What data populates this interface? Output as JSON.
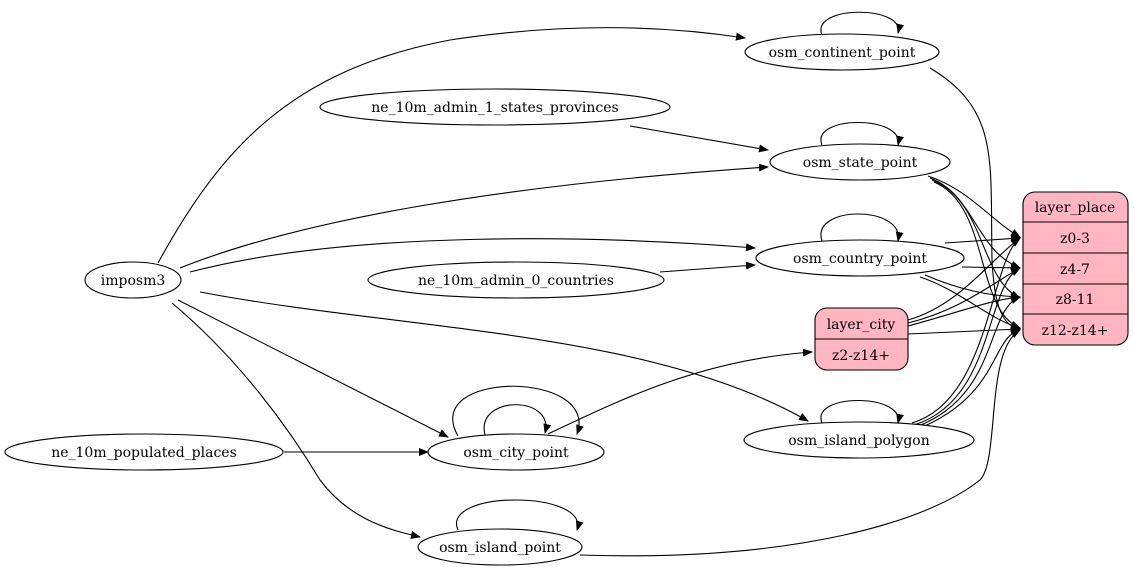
{
  "nodes": {
    "imposm3": "imposm3",
    "osm_continent_point": "osm_continent_point",
    "ne_10m_admin_1_states_provinces": "ne_10m_admin_1_states_provinces",
    "osm_state_point": "osm_state_point",
    "osm_country_point": "osm_country_point",
    "ne_10m_admin_0_countries": "ne_10m_admin_0_countries",
    "osm_island_polygon": "osm_island_polygon",
    "ne_10m_populated_places": "ne_10m_populated_places",
    "osm_city_point": "osm_city_point",
    "osm_island_point": "osm_island_point",
    "layer_city": {
      "title": "layer_city",
      "fields": [
        "z2-z14+"
      ]
    },
    "layer_place": {
      "title": "layer_place",
      "fields": [
        "z0-3",
        "z4-7",
        "z8-11",
        "z12-z14+"
      ]
    }
  },
  "colors": {
    "record_fill": "#ffb6c1",
    "stroke": "#000000"
  },
  "edges": [
    [
      "imposm3",
      "osm_continent_point"
    ],
    [
      "imposm3",
      "osm_state_point"
    ],
    [
      "imposm3",
      "osm_country_point"
    ],
    [
      "imposm3",
      "osm_island_polygon"
    ],
    [
      "imposm3",
      "osm_city_point"
    ],
    [
      "imposm3",
      "osm_island_point"
    ],
    [
      "ne_10m_admin_1_states_provinces",
      "osm_state_point"
    ],
    [
      "ne_10m_admin_0_countries",
      "osm_country_point"
    ],
    [
      "ne_10m_populated_places",
      "osm_city_point"
    ],
    [
      "osm_city_point",
      "layer_city:z2-z14+"
    ],
    [
      "osm_continent_point",
      "layer_place"
    ],
    [
      "osm_state_point",
      "layer_place"
    ],
    [
      "osm_country_point",
      "layer_place"
    ],
    [
      "layer_city",
      "layer_place"
    ],
    [
      "osm_island_polygon",
      "layer_place"
    ],
    [
      "osm_island_point",
      "layer_place"
    ]
  ]
}
